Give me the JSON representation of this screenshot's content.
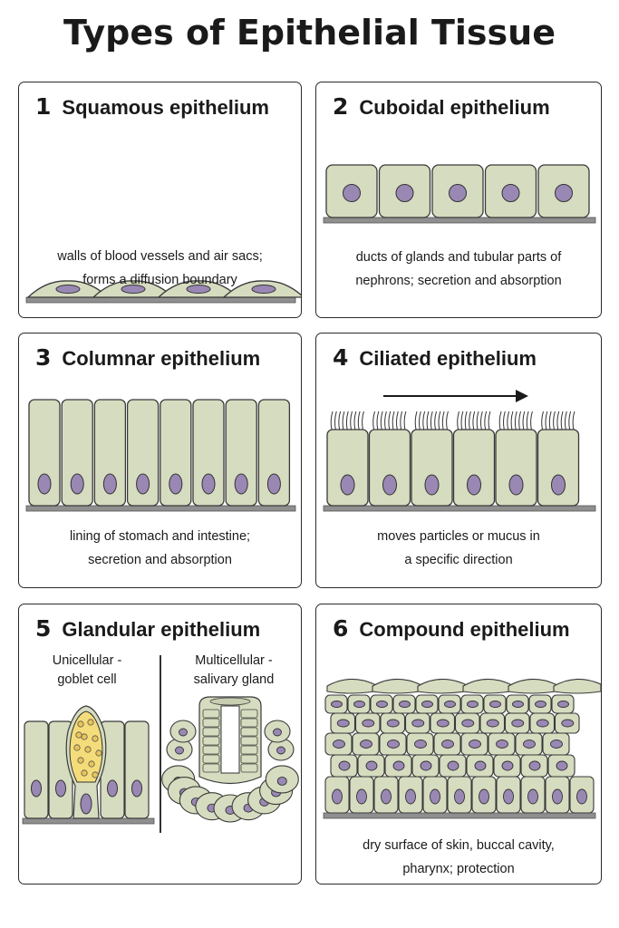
{
  "title": "Types of Epithelial Tissue",
  "colors": {
    "cell_fill": "#d6dcbf",
    "cell_stroke": "#3a3a3a",
    "nucleus_fill": "#9a88b4",
    "basement": "#8f8f8f",
    "goblet_fill": "#f4dc7a"
  },
  "panels": [
    {
      "number": "1",
      "label": "Squamous epithelium",
      "desc": [
        "walls of blood vessels and air sacs;",
        "forms a diffusion boundary"
      ]
    },
    {
      "number": "2",
      "label": "Cuboidal epithelium",
      "desc": [
        "ducts of glands and tubular parts of",
        "nephrons; secretion and absorption"
      ]
    },
    {
      "number": "3",
      "label": "Columnar epithelium",
      "desc": [
        "lining of stomach and intestine;",
        "secretion and absorption"
      ]
    },
    {
      "number": "4",
      "label": "Ciliated epithelium",
      "desc": [
        "moves particles or mucus in",
        "a specific direction"
      ]
    },
    {
      "number": "5",
      "label": "Glandular epithelium",
      "sub_left": [
        "Unicellular -",
        "goblet cell"
      ],
      "sub_right": [
        "Multicellular -",
        "salivary gland"
      ]
    },
    {
      "number": "6",
      "label": "Compound epithelium",
      "desc": [
        "dry surface of skin, buccal cavity,",
        "pharynx; protection"
      ]
    }
  ]
}
